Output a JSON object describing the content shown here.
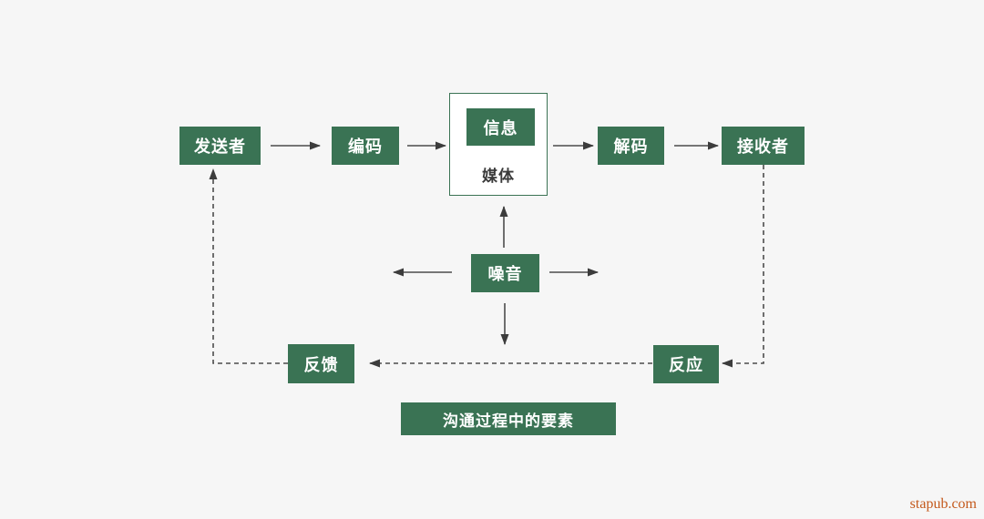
{
  "page": {
    "background_color": "#f6f6f6"
  },
  "diagram": {
    "title": "沟通过程中的要素",
    "nodes": {
      "sender": {
        "label": "发送者"
      },
      "encode": {
        "label": "编码"
      },
      "message": {
        "label": "信息"
      },
      "media": {
        "label": "媒体"
      },
      "decode": {
        "label": "解码"
      },
      "receiver": {
        "label": "接收者"
      },
      "noise": {
        "label": "噪音"
      },
      "feedback": {
        "label": "反馈"
      },
      "reaction": {
        "label": "反应"
      }
    },
    "edges": [
      {
        "from": "sender",
        "to": "encode",
        "style": "solid"
      },
      {
        "from": "encode",
        "to": "media",
        "style": "solid"
      },
      {
        "from": "media",
        "to": "decode",
        "style": "solid"
      },
      {
        "from": "decode",
        "to": "receiver",
        "style": "solid"
      },
      {
        "from": "noise",
        "to": "media",
        "style": "solid"
      },
      {
        "from": "noise",
        "to": "left",
        "style": "solid"
      },
      {
        "from": "noise",
        "to": "right",
        "style": "solid"
      },
      {
        "from": "noise",
        "to": "down",
        "style": "solid"
      },
      {
        "from": "receiver",
        "to": "reaction",
        "style": "dashed"
      },
      {
        "from": "reaction",
        "to": "feedback",
        "style": "dashed"
      },
      {
        "from": "feedback",
        "to": "sender",
        "style": "dashed"
      }
    ],
    "colors": {
      "node_fill": "#3a7354",
      "node_text": "#ffffff",
      "media_fill": "#ffffff",
      "media_border": "#3a7354",
      "media_label_text": "#3a3a3a",
      "line": "#4c4c4c",
      "arrowhead": "#3c3c3c"
    }
  },
  "watermark": {
    "text": "stapub.com",
    "color": "#c4591c"
  }
}
